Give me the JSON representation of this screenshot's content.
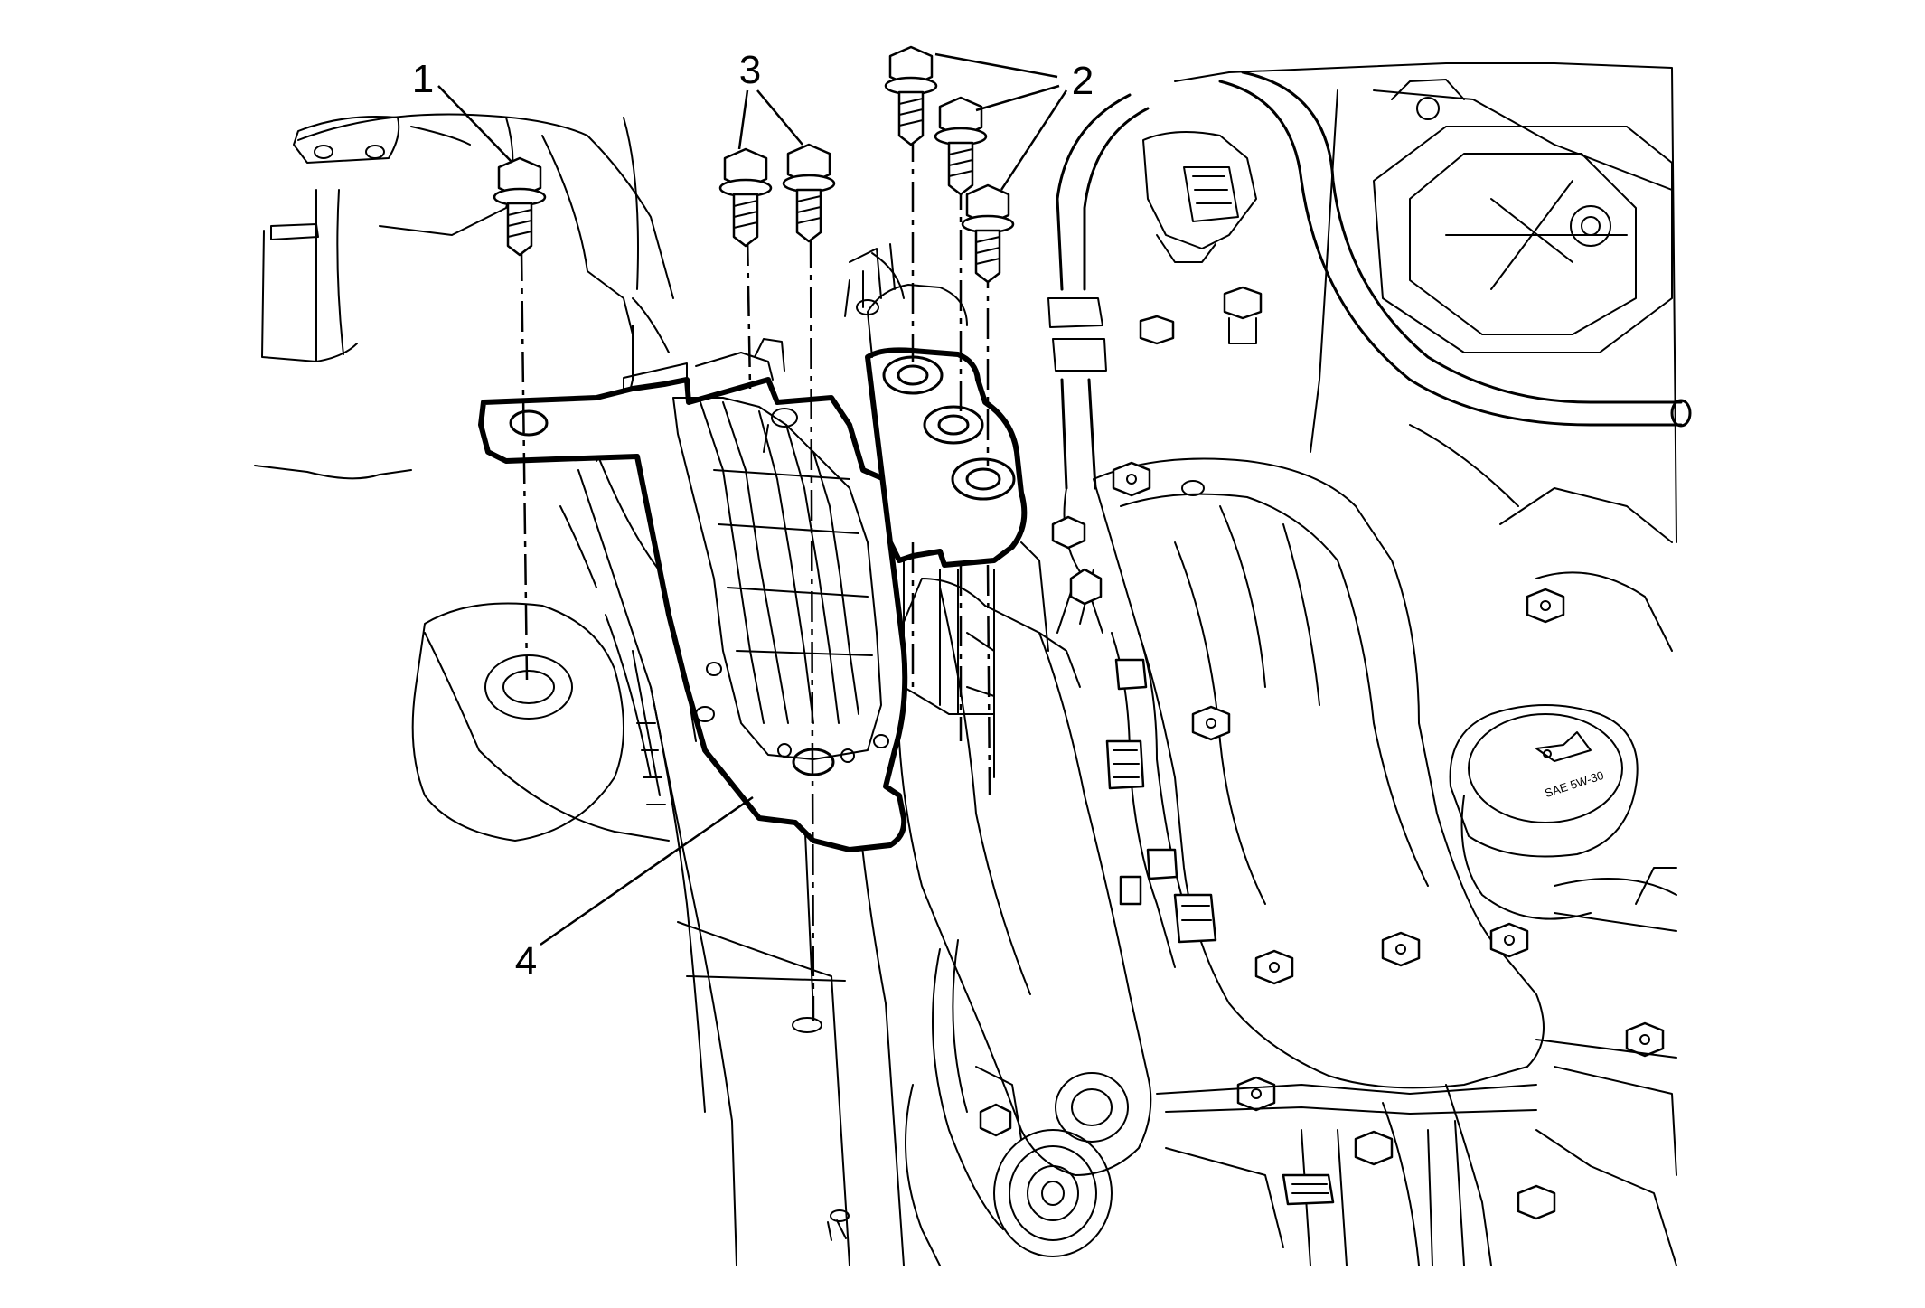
{
  "diagram": {
    "callouts": [
      {
        "id": "1",
        "label": "1"
      },
      {
        "id": "2",
        "label": "2"
      },
      {
        "id": "3",
        "label": "3"
      },
      {
        "id": "4",
        "label": "4"
      }
    ],
    "oil_cap_text": "SAE 5W-30"
  }
}
